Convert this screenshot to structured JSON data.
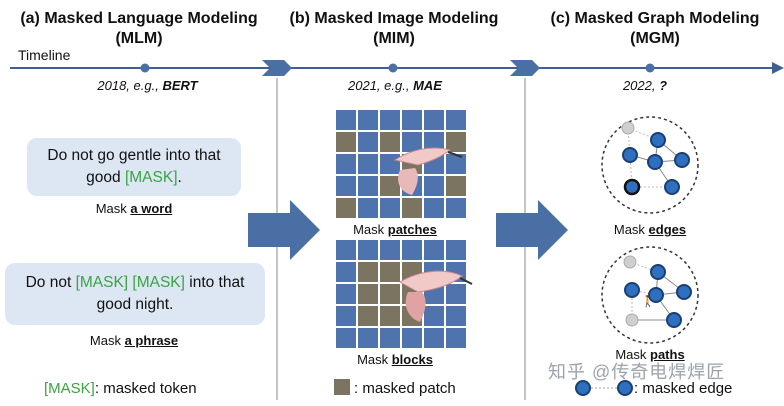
{
  "panels": {
    "mlm": {
      "title_line1": "(a) Masked Language Modeling",
      "title_line2": "(MLM)",
      "year_prefix": "2018, e.g., ",
      "year_model": "BERT",
      "sentence1_pre": "Do not go gentle into that",
      "sentence1_pre2": "good ",
      "sentence1_mask": "[MASK]",
      "sentence1_post": ".",
      "caption1_pre": "Mask ",
      "caption1_bold": "a word",
      "sentence2_pre": "Do not ",
      "sentence2_mask": "[MASK] [MASK]",
      "sentence2_post": " into that",
      "sentence2_line2": "good night.",
      "caption2_pre": "Mask ",
      "caption2_bold": "a phrase",
      "legend_token": "[MASK]",
      "legend_text": ": masked token"
    },
    "mim": {
      "title_line1": "(b) Masked Image Modeling",
      "title_line2": "(MIM)",
      "year_prefix": "2021, e.g., ",
      "year_model": "MAE",
      "caption1_pre": "Mask ",
      "caption1_bold": "patches",
      "caption2_pre": "Mask ",
      "caption2_bold": "blocks",
      "legend_text": ": masked patch"
    },
    "mgm": {
      "title_line1": "(c) Masked Graph Modeling",
      "title_line2": "(MGM)",
      "year_prefix": "2022, ",
      "year_model": "?",
      "caption1_pre": "Mask ",
      "caption1_bold": "edges",
      "caption2_pre": "Mask ",
      "caption2_bold": "paths",
      "legend_text": ": masked edge"
    }
  },
  "timeline": {
    "label": "Timeline"
  },
  "watermark": "知乎 @传奇电焊焊匠",
  "colors": {
    "accent_blue": "#4a6fa5",
    "patch_blue": "#4f74ad",
    "patch_masked": "#7a7460",
    "mask_green": "#3aa345",
    "bubble": "#dde6f3"
  },
  "patterns": {
    "patches_masked": [
      [
        0,
        0,
        0,
        0,
        0,
        0
      ],
      [
        1,
        0,
        1,
        0,
        0,
        1
      ],
      [
        0,
        0,
        0,
        1,
        0,
        0
      ],
      [
        0,
        0,
        1,
        0,
        0,
        1
      ],
      [
        1,
        0,
        0,
        1,
        0,
        0
      ]
    ],
    "blocks_masked": [
      [
        0,
        0,
        0,
        0,
        0,
        0
      ],
      [
        0,
        1,
        1,
        1,
        0,
        0
      ],
      [
        0,
        1,
        1,
        1,
        0,
        0
      ],
      [
        0,
        1,
        1,
        1,
        0,
        0
      ],
      [
        0,
        0,
        0,
        0,
        0,
        0
      ]
    ]
  }
}
